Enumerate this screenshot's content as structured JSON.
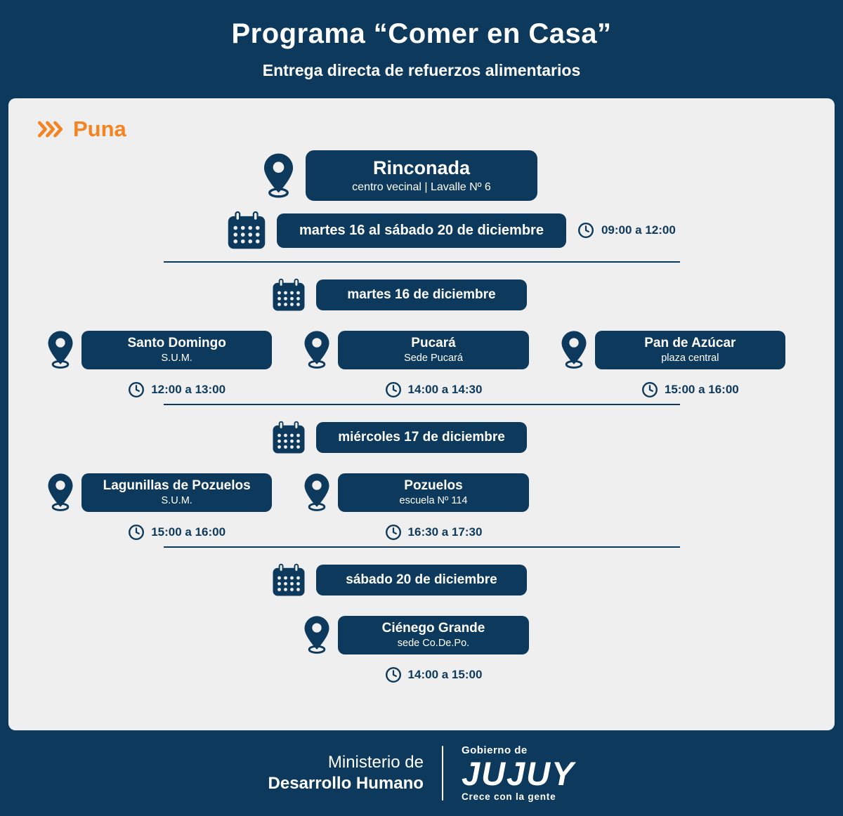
{
  "header": {
    "title": "Programa “Comer en Casa”",
    "subtitle": "Entrega directa de refuerzos alimentarios"
  },
  "region": {
    "label": "Puna"
  },
  "main_location": {
    "name": "Rinconada",
    "detail": "centro vecinal | Lavalle Nº 6"
  },
  "main_schedule": {
    "date": "martes 16 al sábado 20 de diciembre",
    "time": "09:00 a 12:00"
  },
  "days": [
    {
      "date": "martes 16 de diciembre",
      "locations": [
        {
          "name": "Santo Domingo",
          "detail": "S.U.M.",
          "time": "12:00 a 13:00"
        },
        {
          "name": "Pucará",
          "detail": "Sede Pucará",
          "time": "14:00 a 14:30"
        },
        {
          "name": "Pan de Azúcar",
          "detail": "plaza central",
          "time": "15:00 a 16:00"
        }
      ]
    },
    {
      "date": "miércoles 17 de diciembre",
      "locations": [
        {
          "name": "Lagunillas de Pozuelos",
          "detail": "S.U.M.",
          "time": "15:00 a 16:00"
        },
        {
          "name": "Pozuelos",
          "detail": "escuela Nº 114",
          "time": "16:30 a 17:30"
        }
      ]
    },
    {
      "date": "sábado 20 de diciembre",
      "locations": [
        {
          "name": "Ciénego Grande",
          "detail": "sede Co.De.Po.",
          "time": "14:00 a 15:00"
        }
      ]
    }
  ],
  "footer": {
    "ministry_line1": "Ministerio de",
    "ministry_line2": "Desarrollo Humano",
    "logo_top": "Gobierno de",
    "logo_main": "JUJUY",
    "logo_bottom": "Crece con la gente"
  },
  "icons": {
    "pin": "map-pin",
    "calendar": "calendar-grid",
    "clock": "clock",
    "chevrons": "triple-chevron-right"
  },
  "colors": {
    "navy": "#0D3A5C",
    "card": "#EFEFEF",
    "orange": "#F5831F"
  }
}
